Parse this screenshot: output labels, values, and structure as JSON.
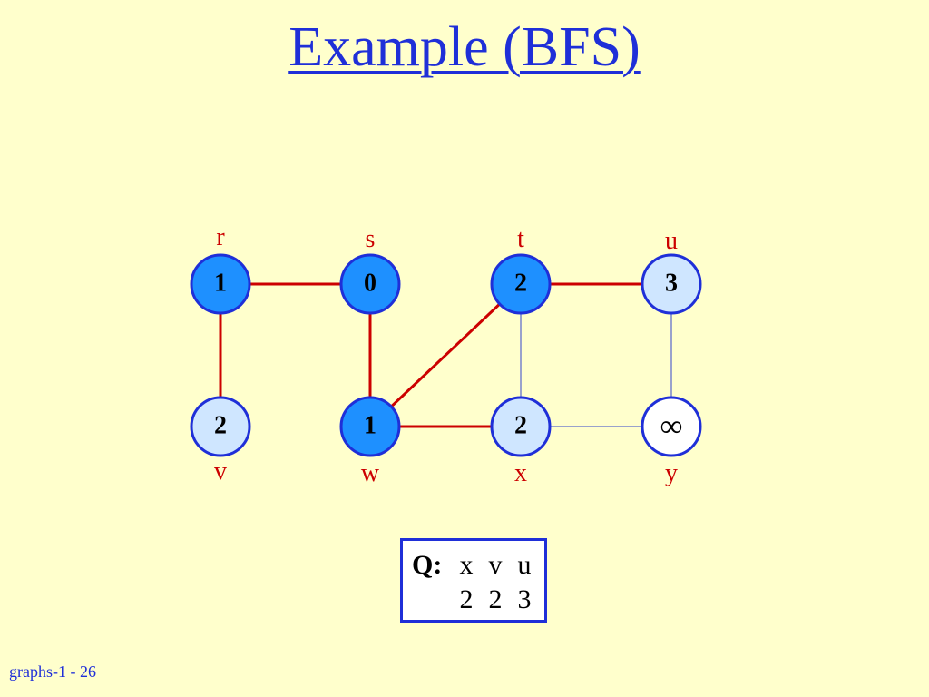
{
  "slide": {
    "title": "Example (BFS)",
    "footer": "graphs-1 - 26"
  },
  "colors": {
    "background": "#ffffcc",
    "title": "#1f2fd8",
    "vertex_label": "#cc0000",
    "visited_fill": "#1e90ff",
    "unvisited_fill": "#cfe6ff",
    "white_fill": "#ffffff",
    "vertex_border": "#1f2fd8",
    "tree_edge": "#cc0000",
    "graph_edge": "#3344cc"
  },
  "graph": {
    "vertices": [
      {
        "id": "r",
        "label": "r",
        "distance": "1",
        "state": "visited"
      },
      {
        "id": "s",
        "label": "s",
        "distance": "0",
        "state": "visited"
      },
      {
        "id": "t",
        "label": "t",
        "distance": "2",
        "state": "visited"
      },
      {
        "id": "u",
        "label": "u",
        "distance": "3",
        "state": "discovered"
      },
      {
        "id": "v",
        "label": "v",
        "distance": "2",
        "state": "discovered"
      },
      {
        "id": "w",
        "label": "w",
        "distance": "1",
        "state": "visited"
      },
      {
        "id": "x",
        "label": "x",
        "distance": "2",
        "state": "discovered"
      },
      {
        "id": "y",
        "label": "y",
        "distance": "∞",
        "state": "undiscovered"
      }
    ],
    "edges": [
      {
        "from": "r",
        "to": "s",
        "tree": true
      },
      {
        "from": "r",
        "to": "v",
        "tree": true
      },
      {
        "from": "s",
        "to": "w",
        "tree": true
      },
      {
        "from": "w",
        "to": "t",
        "tree": true
      },
      {
        "from": "w",
        "to": "x",
        "tree": true
      },
      {
        "from": "t",
        "to": "u",
        "tree": true
      },
      {
        "from": "t",
        "to": "x",
        "tree": false
      },
      {
        "from": "x",
        "to": "y",
        "tree": false
      },
      {
        "from": "u",
        "to": "y",
        "tree": false
      }
    ]
  },
  "queue": {
    "label": "Q:",
    "items": [
      {
        "vertex": "x",
        "distance": "2"
      },
      {
        "vertex": "v",
        "distance": "2"
      },
      {
        "vertex": "u",
        "distance": "3"
      }
    ]
  }
}
